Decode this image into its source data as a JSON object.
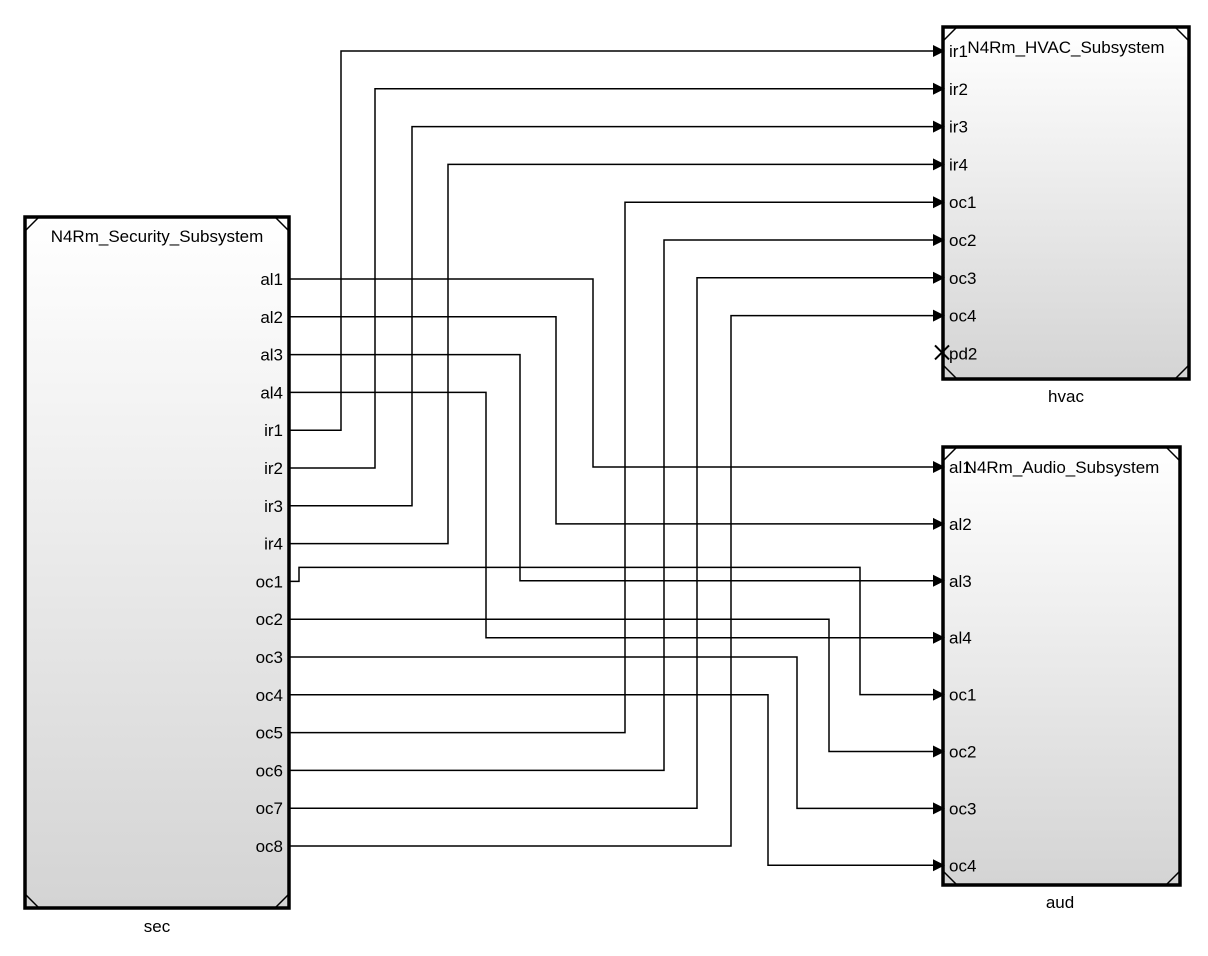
{
  "blocks": {
    "sec": {
      "title": "N4Rm_Security_Subsystem",
      "name": "sec",
      "outputs": [
        "al1",
        "al2",
        "al3",
        "al4",
        "ir1",
        "ir2",
        "ir3",
        "ir4",
        "oc1",
        "oc2",
        "oc3",
        "oc4",
        "oc5",
        "oc6",
        "oc7",
        "oc8"
      ]
    },
    "hvac": {
      "title": "N4Rm_HVAC_Subsystem",
      "name": "hvac",
      "inputs": [
        "ir1",
        "ir2",
        "ir3",
        "ir4",
        "oc1",
        "oc2",
        "oc3",
        "oc4",
        "pd2"
      ]
    },
    "aud": {
      "title": "N4Rm_Audio_Subsystem",
      "name": "aud",
      "inputs": [
        "al1",
        "al2",
        "al3",
        "al4",
        "oc1",
        "oc2",
        "oc3",
        "oc4"
      ]
    }
  },
  "connections": [
    {
      "from": "sec.ir1",
      "to": "hvac.ir1"
    },
    {
      "from": "sec.ir2",
      "to": "hvac.ir2"
    },
    {
      "from": "sec.ir3",
      "to": "hvac.ir3"
    },
    {
      "from": "sec.ir4",
      "to": "hvac.ir4"
    },
    {
      "from": "sec.oc5",
      "to": "hvac.oc1"
    },
    {
      "from": "sec.oc6",
      "to": "hvac.oc2"
    },
    {
      "from": "sec.oc7",
      "to": "hvac.oc3"
    },
    {
      "from": "sec.oc8",
      "to": "hvac.oc4"
    },
    {
      "from": "sec.al1",
      "to": "aud.al1"
    },
    {
      "from": "sec.al2",
      "to": "aud.al2"
    },
    {
      "from": "sec.al3",
      "to": "aud.al3"
    },
    {
      "from": "sec.al4",
      "to": "aud.al4"
    },
    {
      "from": "sec.oc1",
      "to": "aud.oc1"
    },
    {
      "from": "sec.oc2",
      "to": "aud.oc2"
    },
    {
      "from": "sec.oc3",
      "to": "aud.oc3"
    },
    {
      "from": "sec.oc4",
      "to": "aud.oc4"
    }
  ],
  "unconnected_ports": [
    "hvac.pd2"
  ]
}
